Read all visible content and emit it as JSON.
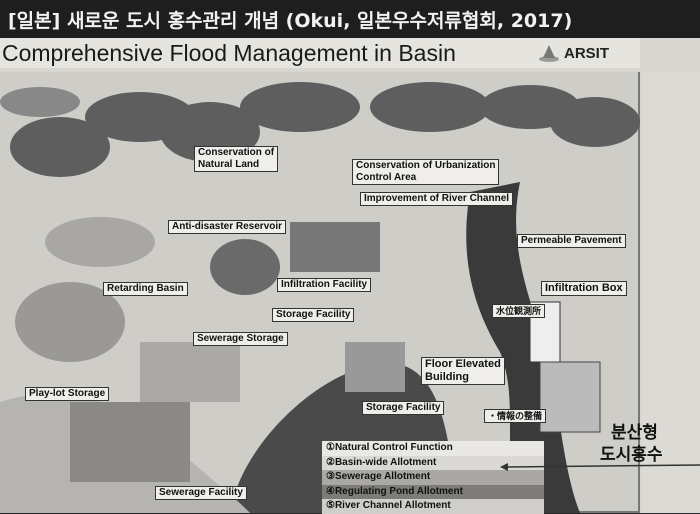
{
  "header": {
    "title": "[일본] 새로운 도시 홍수관리 개념 (Okui, 일본우수저류협회, 2017)"
  },
  "figure": {
    "title": "Comprehensive Flood Management in Basin",
    "logo_text": "ARSIT",
    "labels": {
      "conservation_natural_land_1": "Conservation of",
      "conservation_natural_land_2": "Natural Land",
      "urbanization_control_1": "Conservation of Urbanization",
      "urbanization_control_2": "Control Area",
      "river_channel": "Improvement of River Channel",
      "anti_disaster": "Anti-disaster Reservoir",
      "permeable_pavement": "Permeable Pavement",
      "retarding_basin": "Retarding Basin",
      "infiltration_facility": "Infiltration Facility",
      "infiltration_box": "Infiltration Box",
      "storage_facility_1": "Storage Facility",
      "sewerage_storage": "Sewerage Storage",
      "water_level_station": "水位観測所",
      "floor_elevated_1": "Floor Elevated",
      "floor_elevated_2": "Building",
      "play_lot": "Play-lot Storage",
      "storage_facility_2": "Storage Facility",
      "information": "・情報の整備",
      "sewerage_facility": "Sewerage Facility"
    },
    "legend": [
      {
        "label": "①Natural Control Function",
        "color": "#e9e8e4"
      },
      {
        "label": "②Basin-wide Allotment",
        "color": "#d9d8d4"
      },
      {
        "label": "③Sewerage Allotment",
        "color": "#a9a8a4"
      },
      {
        "label": "④Regulating Pond Allotment",
        "color": "#7d7c79"
      },
      {
        "label": "⑤River Channel Allotment",
        "color": "#cfcecb"
      }
    ]
  },
  "side_text": {
    "line1": "분산형",
    "line2": "도시홍수"
  }
}
